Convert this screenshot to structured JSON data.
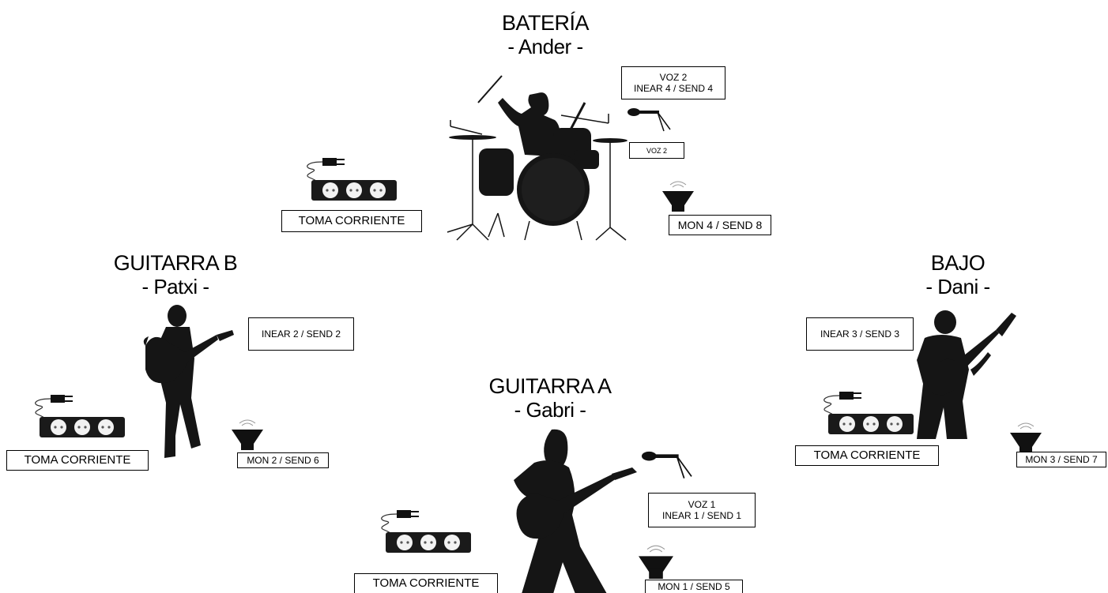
{
  "musicians": {
    "drums": {
      "instrument": "BATERÍA",
      "name": "- Ander -"
    },
    "guitar_b": {
      "instrument": "GUITARRA B",
      "name": "- Patxi -"
    },
    "bass": {
      "instrument": "BAJO",
      "name": "- Dani -"
    },
    "guitar_a": {
      "instrument": "GUITARRA  A",
      "name": "- Gabri -"
    }
  },
  "labels": {
    "drums_voice_line1": "VOZ 2",
    "drums_voice_line2": "INEAR 4 / SEND 4",
    "drums_mic": "VOZ 2",
    "drums_monitor": "MON 4 / SEND 8",
    "drums_power": "TOMA CORRIENTE",
    "guitar_b_inear": "INEAR 2 / SEND 2",
    "guitar_b_monitor": "MON 2 / SEND 6",
    "guitar_b_power": "TOMA CORRIENTE",
    "bass_inear": "INEAR 3 / SEND 3",
    "bass_monitor": "MON 3 / SEND 7",
    "bass_power": "TOMA CORRIENTE",
    "guitar_a_voice_line1": "VOZ 1",
    "guitar_a_voice_line2": "INEAR 1 / SEND 1",
    "guitar_a_monitor": "MON 1 / SEND 5",
    "guitar_a_power": "TOMA CORRIENTE"
  },
  "icons": [
    "drum-kit-icon",
    "drummer-silhouette-icon",
    "guitarist-silhouette-icon",
    "bassist-silhouette-icon",
    "microphone-icon",
    "monitor-wedge-icon",
    "power-strip-icon",
    "plug-icon"
  ],
  "colors": {
    "silhouette": "#1a1a1a",
    "background": "#ffffff"
  }
}
